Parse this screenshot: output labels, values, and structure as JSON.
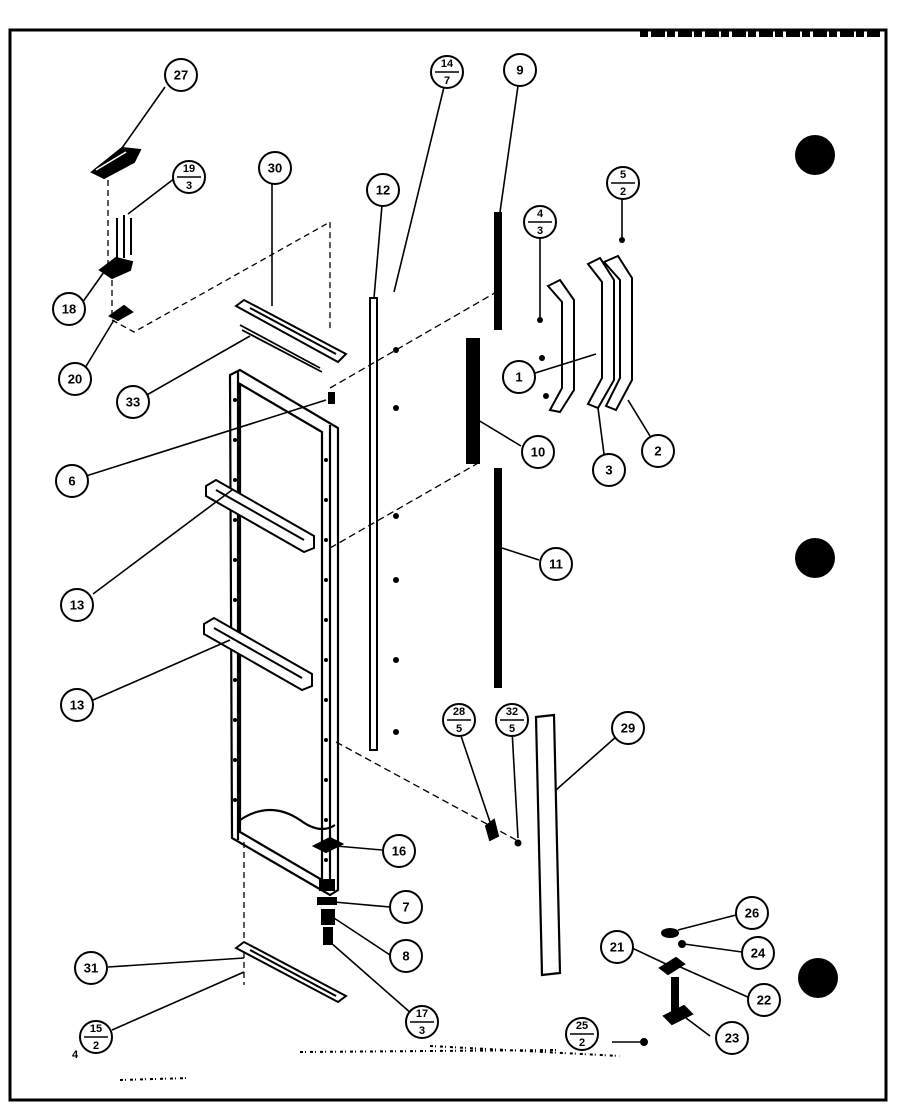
{
  "diagram": {
    "page_number": "4",
    "callouts": [
      {
        "id": "27",
        "label": "27"
      },
      {
        "id": "19-3",
        "top": "19",
        "bottom": "3"
      },
      {
        "id": "18",
        "label": "18"
      },
      {
        "id": "20",
        "label": "20"
      },
      {
        "id": "30",
        "label": "30"
      },
      {
        "id": "33",
        "label": "33"
      },
      {
        "id": "6",
        "label": "6"
      },
      {
        "id": "13a",
        "label": "13"
      },
      {
        "id": "13b",
        "label": "13"
      },
      {
        "id": "12",
        "label": "12"
      },
      {
        "id": "14-7",
        "top": "14",
        "bottom": "7"
      },
      {
        "id": "9",
        "label": "9"
      },
      {
        "id": "4-3",
        "top": "4",
        "bottom": "3"
      },
      {
        "id": "5-2",
        "top": "5",
        "bottom": "2"
      },
      {
        "id": "1",
        "label": "1"
      },
      {
        "id": "2",
        "label": "2"
      },
      {
        "id": "3",
        "label": "3"
      },
      {
        "id": "10",
        "label": "10"
      },
      {
        "id": "11",
        "label": "11"
      },
      {
        "id": "28-5",
        "top": "28",
        "bottom": "5"
      },
      {
        "id": "32-5",
        "top": "32",
        "bottom": "5"
      },
      {
        "id": "29",
        "label": "29"
      },
      {
        "id": "16",
        "label": "16"
      },
      {
        "id": "7",
        "label": "7"
      },
      {
        "id": "8",
        "label": "8"
      },
      {
        "id": "17-3",
        "top": "17",
        "bottom": "3"
      },
      {
        "id": "31",
        "label": "31"
      },
      {
        "id": "15-2",
        "top": "15",
        "bottom": "2"
      },
      {
        "id": "26",
        "label": "26"
      },
      {
        "id": "21",
        "label": "21"
      },
      {
        "id": "24",
        "label": "24"
      },
      {
        "id": "22",
        "label": "22"
      },
      {
        "id": "25-2",
        "top": "25",
        "bottom": "2"
      },
      {
        "id": "23",
        "label": "23"
      }
    ]
  }
}
